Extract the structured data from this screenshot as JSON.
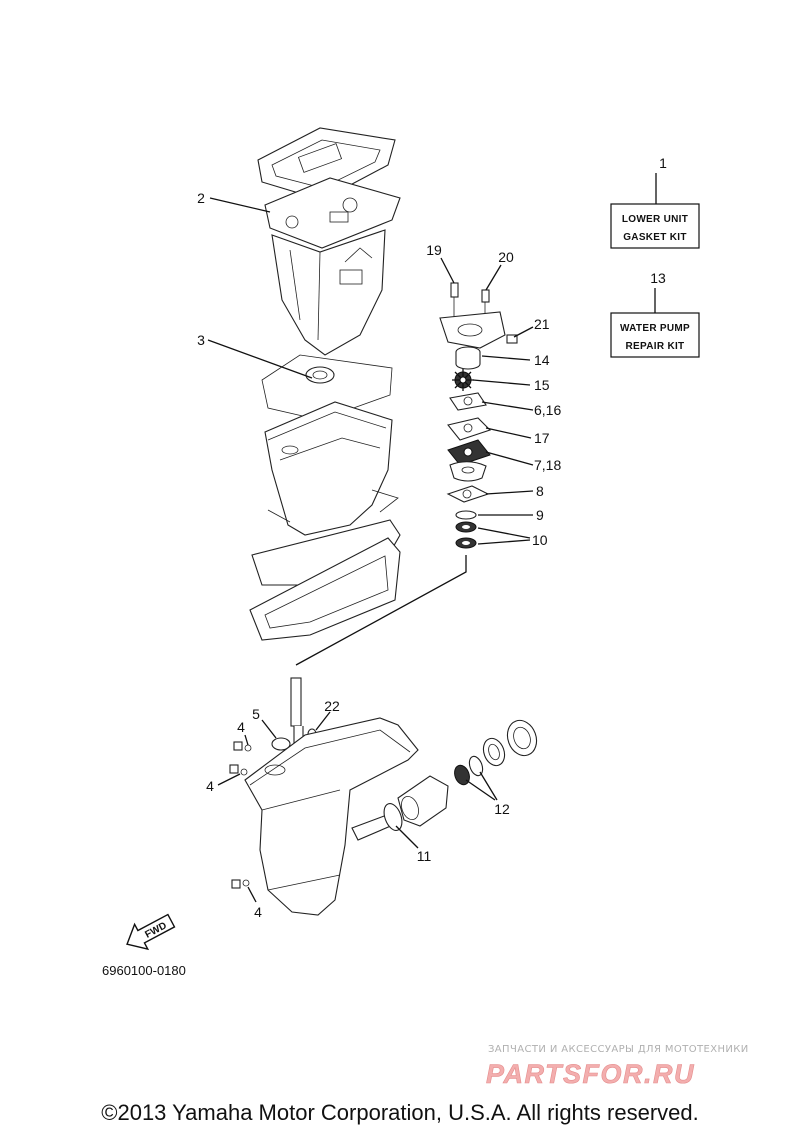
{
  "diagram": {
    "code": "6960100-0180",
    "fwd_label": "FWD",
    "kits": [
      {
        "number": "1",
        "line1": "LOWER UNIT",
        "line2": "GASKET KIT"
      },
      {
        "number": "13",
        "line1": "WATER PUMP",
        "line2": "REPAIR KIT"
      }
    ],
    "callouts": {
      "c2": "2",
      "c3": "3",
      "c19": "19",
      "c20": "20",
      "c21": "21",
      "c14": "14",
      "c15": "15",
      "c6_16": "6,16",
      "c17": "17",
      "c7_18": "7,18",
      "c8": "8",
      "c9": "9",
      "c10": "10",
      "c5": "5",
      "c22": "22",
      "c4a": "4",
      "c4b": "4",
      "c4c": "4",
      "c12": "12",
      "c11": "11"
    }
  },
  "watermark": {
    "caption": "ЗАПЧАСТИ И АКСЕССУАРЫ ДЛЯ МОТОТЕХНИКИ",
    "logo_text": "PARTSFOR.RU",
    "color": "#f2a0a0"
  },
  "footer": {
    "copyright": "©2013 Yamaha Motor Corporation, U.S.A. All rights reserved."
  }
}
